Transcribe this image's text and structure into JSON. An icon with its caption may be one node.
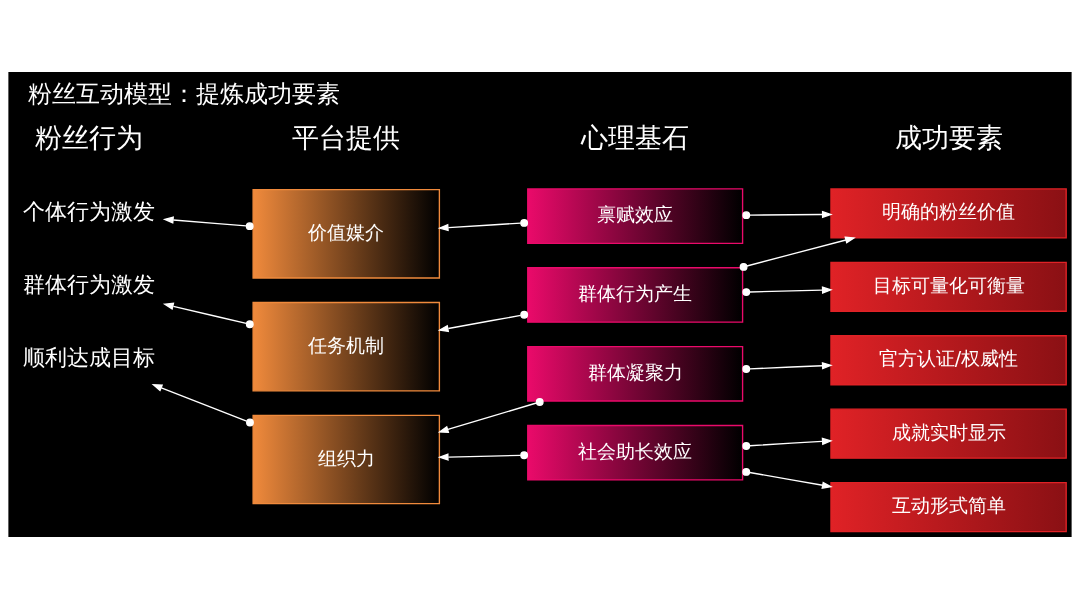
{
  "diagram": {
    "title": "粉丝互动模型：提炼成功要素",
    "nodes": [
      {
        "text": [
          "个体行为激发"
        ]
      },
      {
        "text": [
          "群体行为激发"
        ]
      },
      {
        "text": [
          "顺利达成目标"
        ]
      },
      {
        "text": [
          "价值媒介"
        ]
      },
      {
        "text": [
          "任务机制"
        ]
      },
      {
        "text": [
          "组织力"
        ]
      },
      {
        "text": [
          "禀赋效应"
        ]
      },
      {
        "text": [
          "群体行为产生"
        ]
      },
      {
        "text": [
          "群体凝聚力"
        ]
      },
      {
        "text": [
          "社会助长效应"
        ]
      },
      {
        "text": [
          "明确的粉丝价值"
        ]
      },
      {
        "text": [
          "目标可量化可衡量"
        ]
      },
      {
        "text": [
          "官方认证/权威性"
        ]
      },
      {
        "text": [
          "成就实时显示"
        ]
      },
      {
        "text": [
          "互动形式简单"
        ]
      }
    ],
    "edges": [
      {
        "from": 3,
        "to": 0,
        "arrow": "to"
      },
      {
        "from": 6,
        "to": 3,
        "arrow": "to"
      },
      {
        "from": 6,
        "to": 10,
        "arrow": "to"
      },
      {
        "from": 4,
        "to": 1,
        "arrow": "to"
      },
      {
        "from": 7,
        "to": 4,
        "arrow": "to"
      },
      {
        "from": 7,
        "to": 10,
        "arrow": "to"
      },
      {
        "from": 7,
        "to": 11,
        "arrow": "to"
      },
      {
        "from": 5,
        "to": 2,
        "arrow": "to"
      },
      {
        "from": 8,
        "to": 5,
        "arrow": "to"
      },
      {
        "from": 9,
        "to": 5,
        "arrow": "to"
      },
      {
        "from": 8,
        "to": 12,
        "arrow": "to"
      },
      {
        "from": 9,
        "to": 13,
        "arrow": "to"
      },
      {
        "from": 9,
        "to": 14,
        "arrow": "to"
      }
    ],
    "labels": [
      "粉丝行为",
      "平台提供",
      "心理基石",
      "成功要素"
    ]
  }
}
